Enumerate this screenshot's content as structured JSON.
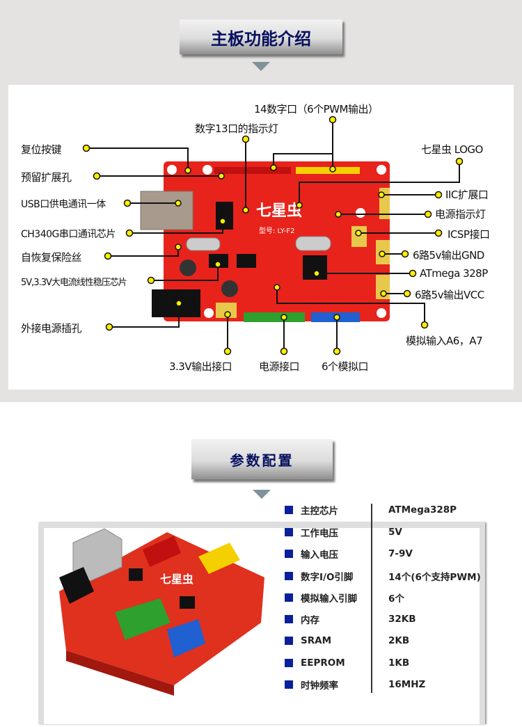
{
  "section1": {
    "title": "主板功能介绍"
  },
  "section2": {
    "title": "参数配置"
  },
  "callouts": {
    "digital14": "14数字口（6个PWM输出）",
    "led13": "数字13口的指示灯",
    "reset": "复位按键",
    "logo": "七星虫 LOGO",
    "reserved": "预留扩展孔",
    "iic": "IIC扩展口",
    "usb": "USB口供电通讯一体",
    "power_led": "电源指示灯",
    "ch340": "CH340G串口通讯芯片",
    "icsp": "ICSP接口",
    "fuse": "自恢复保险丝",
    "gnd6": "6路5v输出GND",
    "mcu": "ATmega 328P",
    "regulator": "5V,3.3V大电流线性稳压芯片",
    "vcc6": "6路5v输出VCC",
    "dc_jack": "外接电源插孔",
    "a6a7": "模拟输入A6，A7",
    "out33": "3.3V输出接口",
    "power_header": "电源接口",
    "analog6": "6个模拟口"
  },
  "board": {
    "brand": "七星虫",
    "model": "型号: LY-F2"
  },
  "specs": [
    {
      "key": "主控芯片",
      "value": "ATMega328P"
    },
    {
      "key": "工作电压",
      "value": "5V"
    },
    {
      "key": "输入电压",
      "value": "7-9V"
    },
    {
      "key": "数字I/O引脚",
      "value": "14个(6个支持PWM)"
    },
    {
      "key": "模拟输入引脚",
      "value": "6个"
    },
    {
      "key": "内存",
      "value": "32KB"
    },
    {
      "key": "SRAM",
      "value": "2KB"
    },
    {
      "key": "EEPROM",
      "value": "1KB"
    },
    {
      "key": "时钟频率",
      "value": "16MHZ"
    }
  ],
  "colors": {
    "board": "#e8231c",
    "dot": "#ffee00",
    "bullet": "#0a1f9c",
    "title": "#06105e"
  }
}
